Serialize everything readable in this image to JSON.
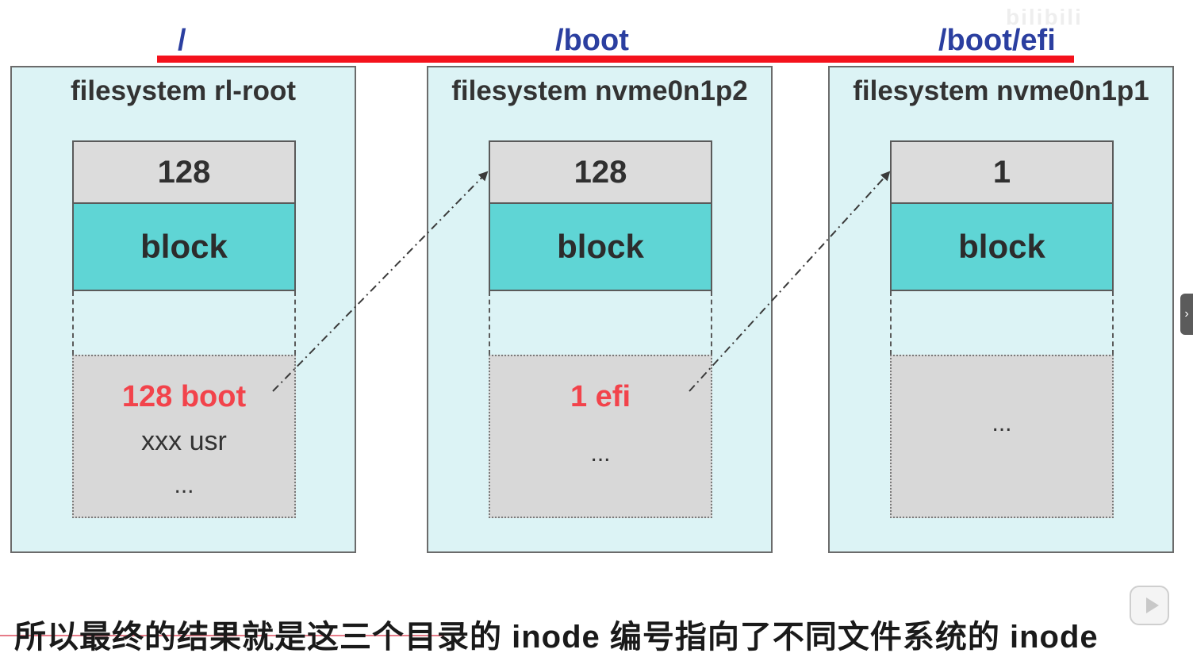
{
  "paths": [
    "/",
    "/boot",
    "/boot/efi"
  ],
  "filesystems": [
    {
      "title": "filesystem rl-root",
      "inode": "128",
      "block": "block",
      "entries": [
        {
          "text": "128 boot",
          "style": "hl"
        },
        {
          "text": "xxx usr",
          "style": "plain"
        },
        {
          "text": "...",
          "style": "dots"
        }
      ]
    },
    {
      "title": "filesystem nvme0n1p2",
      "inode": "128",
      "block": "block",
      "entries": [
        {
          "text": "1 efi",
          "style": "hl"
        },
        {
          "text": "...",
          "style": "dots"
        }
      ]
    },
    {
      "title": "filesystem nvme0n1p1",
      "inode": "1",
      "block": "block",
      "entries": [
        {
          "text": "...",
          "style": "dots"
        }
      ]
    }
  ],
  "subtitle": "所以最终的结果就是这三个目录的 inode 编号指向了不同文件系统的 inode",
  "colors": {
    "path_label": "#2b3fa0",
    "mount_line": "#f4121c",
    "fs_background": "#dcf3f5",
    "inode_cell": "#dcdcdc",
    "block_cell": "#5fd5d5",
    "data_area": "#d8d8d8",
    "highlight_entry": "#f2434b"
  },
  "icons": {
    "side_handle": "chevron-right-icon",
    "play": "play-icon",
    "watermark": "bilibili-logo"
  }
}
